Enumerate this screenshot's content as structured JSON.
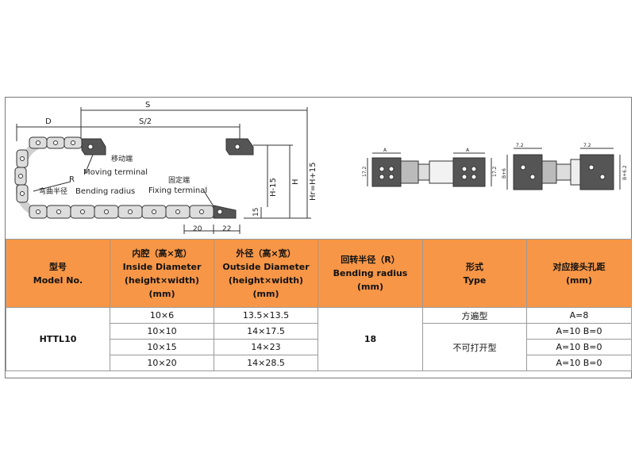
{
  "drawing": {
    "labels": {
      "S": "S",
      "S_half": "S/2",
      "D": "D",
      "R": "R",
      "H": "H",
      "H15": "H-15",
      "H_total": "Hr=H+15",
      "dim15": "15",
      "dim20": "20",
      "dim22": "22",
      "moving_cn": "移动端",
      "moving_en": "Moving terminal",
      "fixing_cn": "固定端",
      "fixing_en": "Fixing terminal",
      "bending_cn": "弯曲半径",
      "bending_en": "Bending radius"
    },
    "bracket_dims": {
      "a1": "17.2",
      "a2": "A",
      "b1": "7.2",
      "b2": "B+6",
      "b3": "7.2",
      "c1": "B+6.2"
    }
  },
  "table": {
    "headers": [
      {
        "cn": "型号",
        "en": "Model No.",
        "unit": ""
      },
      {
        "cn": "内腔（高×宽）",
        "en": "Inside Diameter",
        "sub": "(height×width)",
        "unit": "(mm)"
      },
      {
        "cn": "外径（高×宽）",
        "en": "Outside Diameter",
        "sub": "(height×width)",
        "unit": "(mm)"
      },
      {
        "cn": "回转半径（R）",
        "en": "Bending radius",
        "unit": "(mm)"
      },
      {
        "cn": "形式",
        "en": "Type",
        "unit": ""
      },
      {
        "cn": "对应接头孔距",
        "en": "",
        "unit": "(mm)"
      }
    ],
    "model": "HTTL10",
    "bending_radius": "18",
    "rows": [
      {
        "inside": "10×6",
        "outside": "13.5×13.5",
        "type": "方遍型",
        "hole": "A=8"
      },
      {
        "inside": "10×10",
        "outside": "14×17.5",
        "hole": "A=10 B=0"
      },
      {
        "inside": "10×15",
        "outside": "14×23",
        "hole": "A=10 B=0"
      },
      {
        "inside": "10×20",
        "outside": "14×28.5",
        "hole": "A=10 B=0"
      }
    ],
    "type_merged": "不可打开型"
  }
}
